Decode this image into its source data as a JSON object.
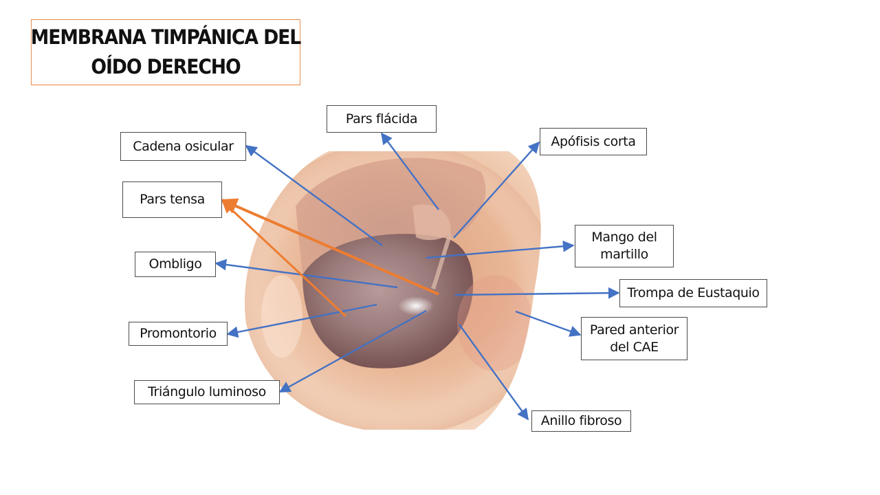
{
  "title": {
    "line1": "MEMBRANA TIMPÁNICA DEL",
    "line2": "OÍDO DERECHO"
  },
  "labels": {
    "pars_flacida": "Pars flácida",
    "cadena_osicular": "Cadena osicular",
    "apofisis_corta": "Apófisis corta",
    "pars_tensa": "Pars tensa",
    "mango_martillo": "Mango del\nmartillo",
    "ombligo": "Ombligo",
    "trompa_eustaquio": "Trompa de Eustaquio",
    "pared_anterior_cae": "Pared anterior\ndel CAE",
    "promontorio": "Promontorio",
    "triangulo_luminoso": "Triángulo luminoso",
    "anillo_fibroso": "Anillo fibroso"
  },
  "colors": {
    "arrow_blue": "#4472c4",
    "arrow_orange": "#ed7d31",
    "title_border": "#e8843f"
  }
}
